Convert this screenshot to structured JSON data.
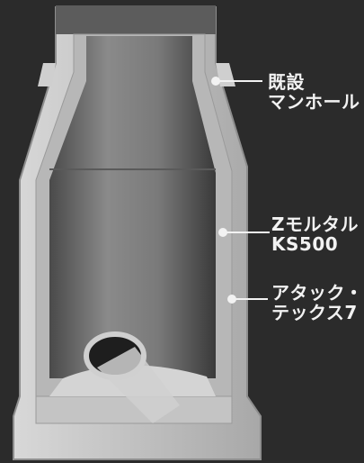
{
  "labels": {
    "existing_manhole": {
      "line1": "既設",
      "line2": "マンホール"
    },
    "mortar": {
      "line1": "Zモルタル",
      "line2": "KS500"
    },
    "coating": {
      "line1": "アタック・",
      "line2": "テックス7"
    }
  },
  "colors": {
    "background": "#2b2b2b",
    "wall": "#c9c9c9",
    "interior": "#6f6f6f",
    "leader": "#f2f2f2"
  }
}
